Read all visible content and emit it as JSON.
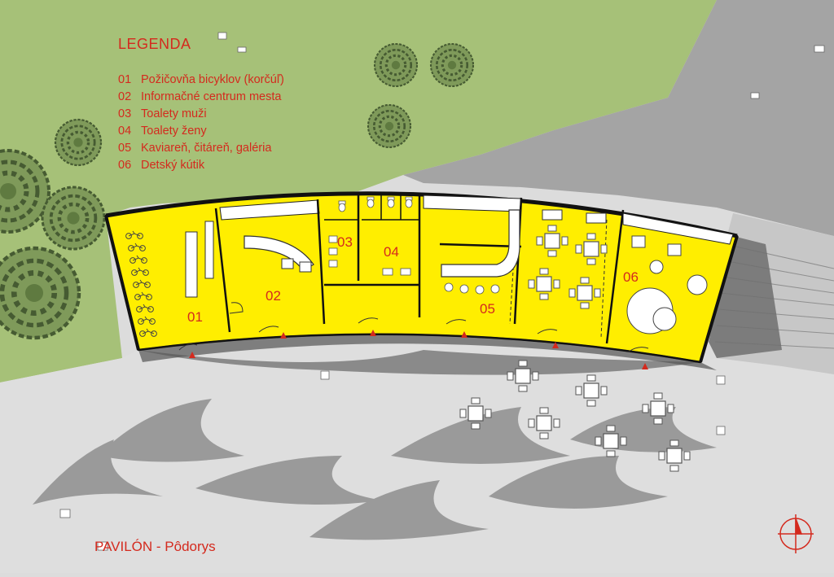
{
  "legend": {
    "title": "LEGENDA",
    "items": [
      {
        "num": "01",
        "label": "Požičovňa bicyklov (korčúľ)"
      },
      {
        "num": "02",
        "label": "Informačné centrum mesta"
      },
      {
        "num": "03",
        "label": "Toalety muži"
      },
      {
        "num": "04",
        "label": "Toalety ženy"
      },
      {
        "num": "05",
        "label": "Kaviareň, čitáreň, galéria"
      },
      {
        "num": "06",
        "label": "Detský kútik"
      }
    ]
  },
  "rooms": [
    "01",
    "02",
    "03",
    "04",
    "05",
    "06"
  ],
  "drawing_title": "PAVILÓN - Pôdorys",
  "colors": {
    "grass": "#a6c178",
    "paving": "#dedede",
    "road": "#a4a4a4",
    "rooms": "#ffee00",
    "accent": "#d42a1e",
    "wall": "#111111"
  },
  "icons": [
    "tree-icon",
    "table-set-icon",
    "bicycle-icon",
    "toilet-icon",
    "entrance-arrow-icon",
    "north-arrow-icon"
  ]
}
